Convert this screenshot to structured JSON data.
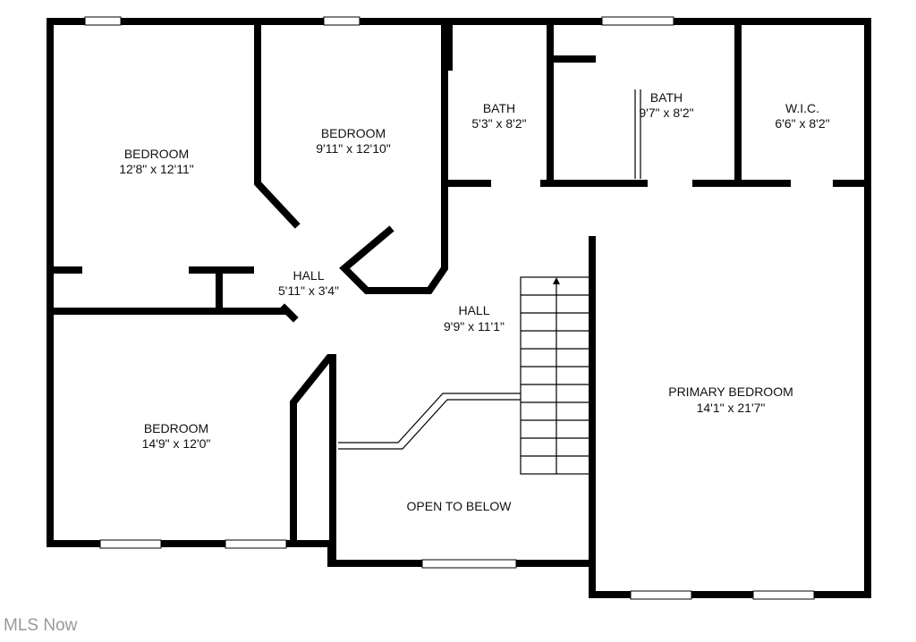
{
  "rooms": [
    {
      "name": "BEDROOM",
      "size": "12'8\" x 12'11\""
    },
    {
      "name": "BEDROOM",
      "size": "9'11\" x 12'10\""
    },
    {
      "name": "BATH",
      "size": "5'3\" x 8'2\""
    },
    {
      "name": "BATH",
      "size": "9'7\" x 8'2\""
    },
    {
      "name": "W.I.C.",
      "size": "6'6\" x 8'2\""
    },
    {
      "name": "HALL",
      "size": "5'11\" x 3'4\""
    },
    {
      "name": "HALL",
      "size": "9'9\" x 11'1\""
    },
    {
      "name": "BEDROOM",
      "size": "14'9\" x 12'0\""
    },
    {
      "name": "PRIMARY BEDROOM",
      "size": "14'1\" x 21'7\""
    },
    {
      "name": "OPEN TO BELOW",
      "size": ""
    }
  ],
  "watermark": "MLS Now"
}
